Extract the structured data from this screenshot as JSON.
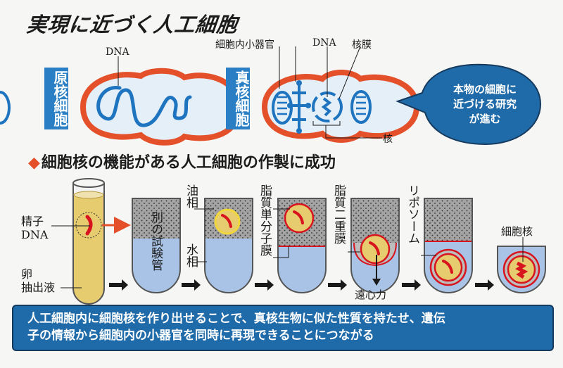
{
  "title": "実現に近づく人工細胞",
  "cells": {
    "prokaryote": {
      "label": "原核細胞",
      "dna_label": "DNA"
    },
    "eukaryote": {
      "label": "真核細胞",
      "organelle_label": "細胞内小器官",
      "dna_label": "DNA",
      "nuclear_membrane_label": "核膜",
      "nucleus_label": "核"
    }
  },
  "bubble": {
    "lines": [
      "本物の細胞に",
      "近づける研究",
      "が進む"
    ]
  },
  "subtitle": {
    "marker": "◆",
    "text": "細胞核の機能がある人工細胞の作製に成功"
  },
  "process": {
    "sperm_dna_label": [
      "精子",
      "DNA"
    ],
    "egg_extract_label": [
      "卵",
      "抽出液"
    ],
    "other_tube_label": "別の試験管",
    "oil_phase_label": "油相",
    "water_phase_label": "水相",
    "lipid_monolayer_label": "脂質単分子膜",
    "lipid_bilayer_label": "脂質二重膜",
    "centrifugal_label": "遠心力",
    "liposome_label": "リポソーム",
    "cell_nucleus_label": "細胞核"
  },
  "footer": {
    "lines": [
      "人工細胞内に細胞核を作り出せることで、真核生物に似た性質を持たせ、遺伝",
      "子の情報から細胞内の小器官を同時に再現できることにつながる"
    ]
  },
  "colors": {
    "accent_blue": "#2a7fc4",
    "dark_blue": "#1f6aa8",
    "membrane_red": "#e4502a",
    "dna_red": "#d8141e",
    "cytoplasm": "#e4eff8",
    "water": "#a9c3e6",
    "oil": "#9c9c9c",
    "egg_extract": "#e6cc6e"
  }
}
